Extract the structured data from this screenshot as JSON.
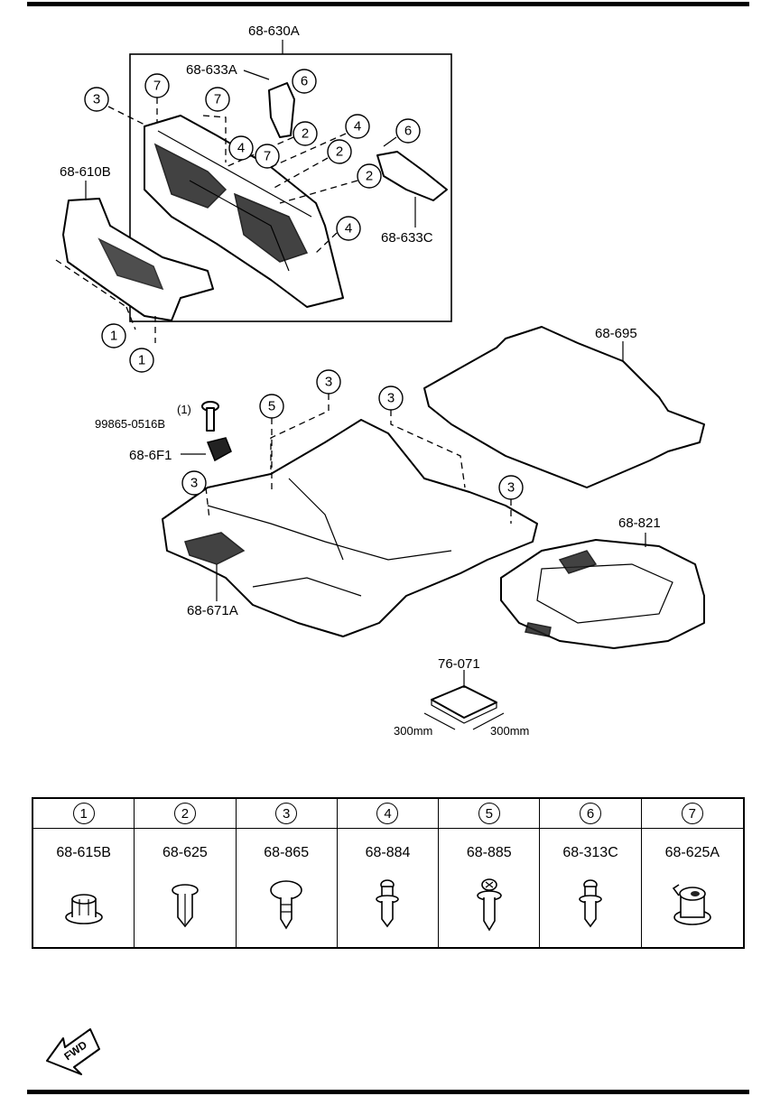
{
  "callouts": {
    "c1": "1",
    "c2": "2",
    "c3": "3",
    "c4": "4",
    "c5": "5",
    "c6": "6",
    "c7": "7"
  },
  "labels": {
    "dash_panel_assembly": "68-630A",
    "dash_insulator_upper": "68-633A",
    "dash_insulator_side": "68-633C",
    "dash_panel_lower": "68-610B",
    "floor_mat_rear": "68-695",
    "bolt_qty": "(1)",
    "bolt": "99865-0516B",
    "bracket": "68-6F1",
    "floor_carpet": "68-671A",
    "spare_tire_tray": "68-821",
    "sheet": "76-071",
    "sheet_dim_left": "300mm",
    "sheet_dim_right": "300mm"
  },
  "fasteners": [
    {
      "num": "1",
      "part": "68-615B",
      "icon": "clip-grommet-icon"
    },
    {
      "num": "2",
      "part": "68-625",
      "icon": "push-clip-icon"
    },
    {
      "num": "3",
      "part": "68-865",
      "icon": "mushroom-clip-icon"
    },
    {
      "num": "4",
      "part": "68-884",
      "icon": "stud-clip-icon"
    },
    {
      "num": "5",
      "part": "68-885",
      "icon": "screw-rivet-icon"
    },
    {
      "num": "6",
      "part": "68-313C",
      "icon": "stud-clip-icon"
    },
    {
      "num": "7",
      "part": "68-625A",
      "icon": "hook-clip-icon"
    }
  ],
  "fwd_badge": "FWD"
}
